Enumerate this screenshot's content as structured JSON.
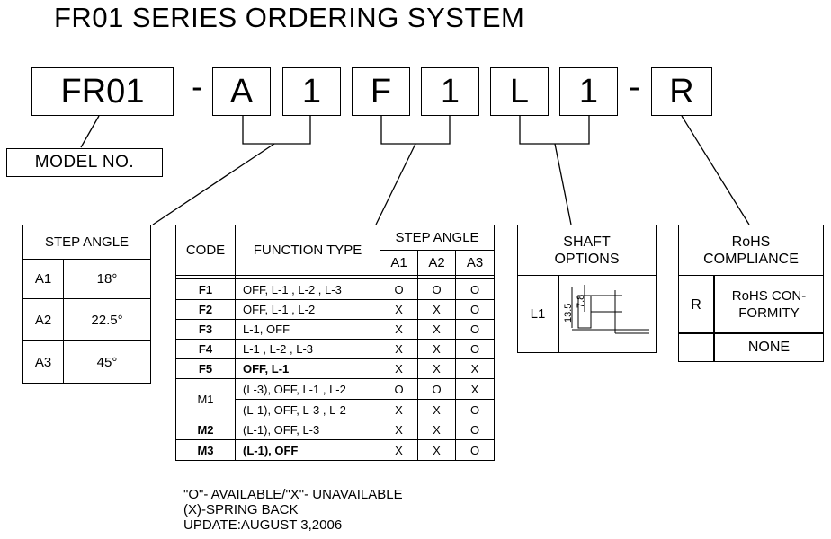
{
  "title": "FR01 SERIES ORDERING SYSTEM",
  "code_parts": {
    "model": "FR01",
    "dash1": "-",
    "step": "A",
    "step_num": "1",
    "func": "F",
    "func_num": "1",
    "shaft": "L",
    "shaft_num": "1",
    "dash2": "-",
    "rohs": "R"
  },
  "model_label": "MODEL NO.",
  "step_table": {
    "header": "STEP ANGLE",
    "rows": [
      {
        "code": "A1",
        "angle": "18°"
      },
      {
        "code": "A2",
        "angle": "22.5°"
      },
      {
        "code": "A3",
        "angle": "45°"
      }
    ]
  },
  "function_table": {
    "col_code": "CODE",
    "col_type": "FUNCTION TYPE",
    "col_step": "STEP ANGLE",
    "col_a1": "A1",
    "col_a2": "A2",
    "col_a3": "A3",
    "rows": [
      {
        "code": "F1",
        "type": "OFF, L-1 , L-2 , L-3",
        "a1": "O",
        "a2": "O",
        "a3": "O"
      },
      {
        "code": "F2",
        "type": "OFF, L-1 , L-2",
        "a1": "X",
        "a2": "X",
        "a3": "O"
      },
      {
        "code": "F3",
        "type": "L-1, OFF",
        "a1": "X",
        "a2": "X",
        "a3": "O"
      },
      {
        "code": "F4",
        "type": "L-1 , L-2 , L-3",
        "a1": "X",
        "a2": "X",
        "a3": "O"
      },
      {
        "code": "F5",
        "type": "OFF, L-1",
        "a1": "X",
        "a2": "X",
        "a3": "X"
      },
      {
        "code": "M1",
        "type": "(L-3), OFF, L-1 , L-2",
        "a1": "O",
        "a2": "O",
        "a3": "X"
      },
      {
        "code": "",
        "type": "(L-1), OFF, L-3 , L-2",
        "a1": "X",
        "a2": "X",
        "a3": "O"
      },
      {
        "code": "M2",
        "type": "(L-1), OFF, L-3",
        "a1": "X",
        "a2": "X",
        "a3": "O"
      },
      {
        "code": "M3",
        "type": "(L-1), OFF",
        "a1": "X",
        "a2": "X",
        "a3": "O"
      }
    ]
  },
  "shaft_options": {
    "header_line1": "SHAFT",
    "header_line2": "OPTIONS",
    "code": "L1",
    "dim_outer": "13.5",
    "dim_inner": "7.8"
  },
  "rohs": {
    "header_line1": "RoHS",
    "header_line2": "COMPLIANCE",
    "rows": [
      {
        "code": "R",
        "desc_line1": "RoHS CON-",
        "desc_line2": "FORMITY"
      },
      {
        "code": "",
        "desc_line1": "NONE",
        "desc_line2": ""
      }
    ]
  },
  "notes": {
    "line1": "\"O\"- AVAILABLE/\"X\"- UNAVAILABLE",
    "line2": "(X)-SPRING BACK",
    "line3": "UPDATE:AUGUST 3,2006"
  }
}
